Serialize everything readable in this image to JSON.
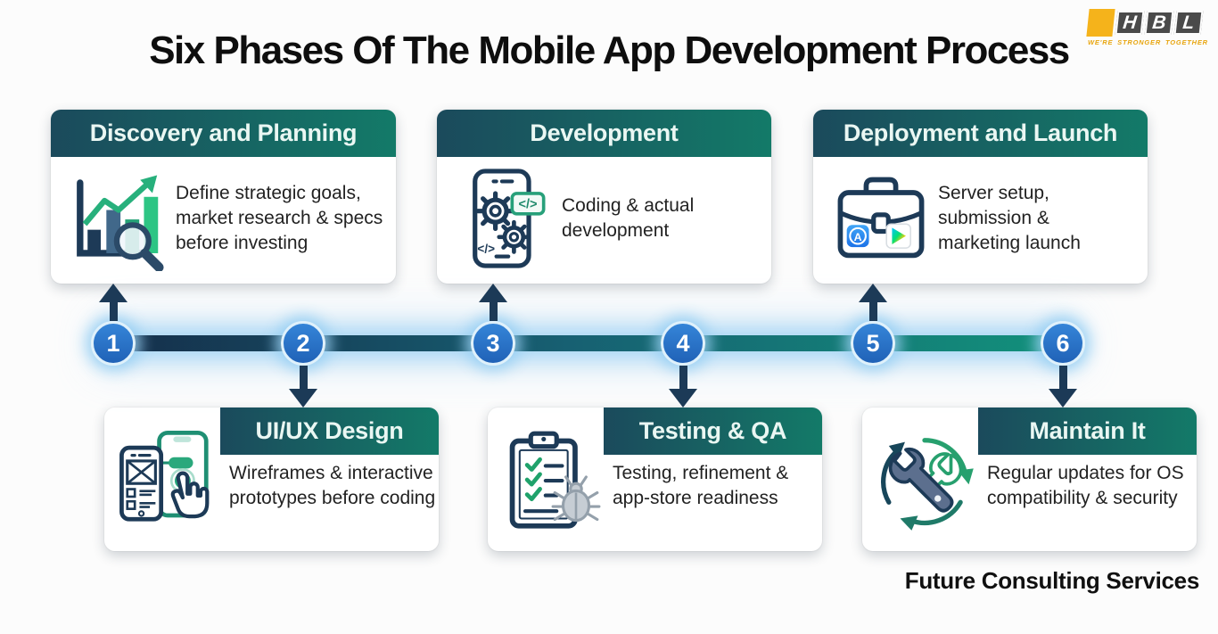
{
  "header": {
    "title": "Six Phases Of The Mobile App Development Process"
  },
  "logo": {
    "letters": [
      "H",
      "B",
      "L"
    ],
    "tagline": "WE'RE STRONGER TOGETHER",
    "accent_yellow": "#F5B31B",
    "block_gray": "#4A4A4A"
  },
  "phases": [
    {
      "number": "1",
      "row": "top",
      "title": "Discovery and Planning",
      "description": "Define strategic goals, market research & specs before investing",
      "icon": "bar-chart-magnifier-icon"
    },
    {
      "number": "2",
      "row": "bottom",
      "title": "UI/UX Design",
      "description": "Wireframes & interactive prototypes before coding",
      "icon": "wireframe-prototype-icon"
    },
    {
      "number": "3",
      "row": "top",
      "title": "Development",
      "description": "Coding & actual development",
      "icon": "phone-gears-code-icon"
    },
    {
      "number": "4",
      "row": "bottom",
      "title": "Testing & QA",
      "description": "Testing, refinement & app-store readiness",
      "icon": "clipboard-bug-icon"
    },
    {
      "number": "5",
      "row": "top",
      "title": "Deployment and Launch",
      "description": "Server setup, submission & marketing launch",
      "icon": "briefcase-stores-icon"
    },
    {
      "number": "6",
      "row": "bottom",
      "title": "Maintain It",
      "description": "Regular updates for OS compatibility & security",
      "icon": "wrench-cycle-icon"
    }
  ],
  "icons": {
    "code_glyph": "</>",
    "appstore_letter": "A"
  },
  "colors": {
    "header_gradient_start": "#1B4A5C",
    "header_gradient_end": "#137A68",
    "timeline_start": "#152F4B",
    "timeline_end": "#12917B",
    "node_blue": "#2B74C9",
    "arrow_navy": "#1C3A57",
    "glow_blue": "#98CFF3"
  },
  "footer": {
    "brand": "Future Consulting Services"
  }
}
